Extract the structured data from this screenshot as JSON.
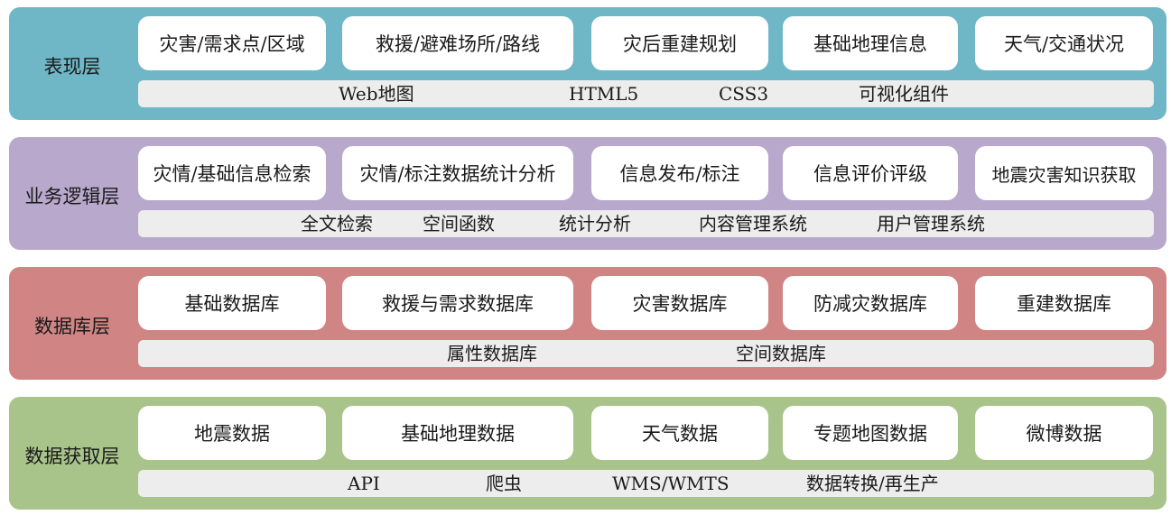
{
  "colors": {
    "presentation": "#6fb7c6",
    "business": "#b8a8cc",
    "database": "#d08484",
    "acquisition": "#a9c48b",
    "box": "#ffffff",
    "bar": "#ededee"
  },
  "layers": [
    {
      "title": "表现层",
      "boxes": [
        "灾害/需求点/区域",
        "救援/避难场所/路线",
        "灾后重建规划",
        "基础地理信息",
        "天气/交通状况"
      ],
      "bar": [
        "Web地图",
        "HTML5",
        "CSS3",
        "可视化组件"
      ]
    },
    {
      "title": "业务逻辑层",
      "boxes": [
        "灾情/基础信息检索",
        "灾情/标注数据统计分析",
        "信息发布/标注",
        "信息评价评级",
        "地震灾害知识获取"
      ],
      "bar": [
        "全文检索",
        "空间函数",
        "统计分析",
        "内容管理系统",
        "用户管理系统"
      ]
    },
    {
      "title": "数据库层",
      "boxes": [
        "基础数据库",
        "救援与需求数据库",
        "灾害数据库",
        "防减灾数据库",
        "重建数据库"
      ],
      "bar": [
        "属性数据库",
        "空间数据库"
      ]
    },
    {
      "title": "数据获取层",
      "boxes": [
        "地震数据",
        "基础地理数据",
        "天气数据",
        "专题地图数据",
        "微博数据"
      ],
      "bar": [
        "API",
        "爬虫",
        "WMS/WMTS",
        "数据转换/再生产"
      ]
    }
  ]
}
